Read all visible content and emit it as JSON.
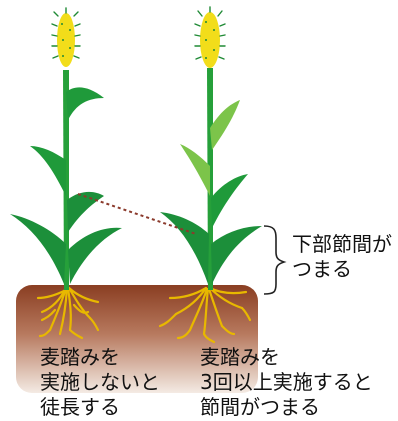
{
  "colors": {
    "stem": "#26a03a",
    "leaf_dark": "#1c8f3a",
    "leaf_light": "#7cc44a",
    "ear": "#f2dd1a",
    "ear_awn": "#1f8a35",
    "root": "#e8b800",
    "soil_top": "#8a3e22",
    "soil_bottom": "#e9d7cc",
    "dotted_line": "#8b3a2c",
    "text": "#111111"
  },
  "left_plant": {
    "caption_lines": [
      "麦踏みを",
      "実施しないと",
      "徒長する"
    ]
  },
  "right_plant": {
    "caption_lines": [
      "麦踏みを",
      "3回以上実施すると",
      "節間がつまる"
    ]
  },
  "annotation": {
    "lines": [
      "下部節間が",
      "つまる"
    ]
  }
}
